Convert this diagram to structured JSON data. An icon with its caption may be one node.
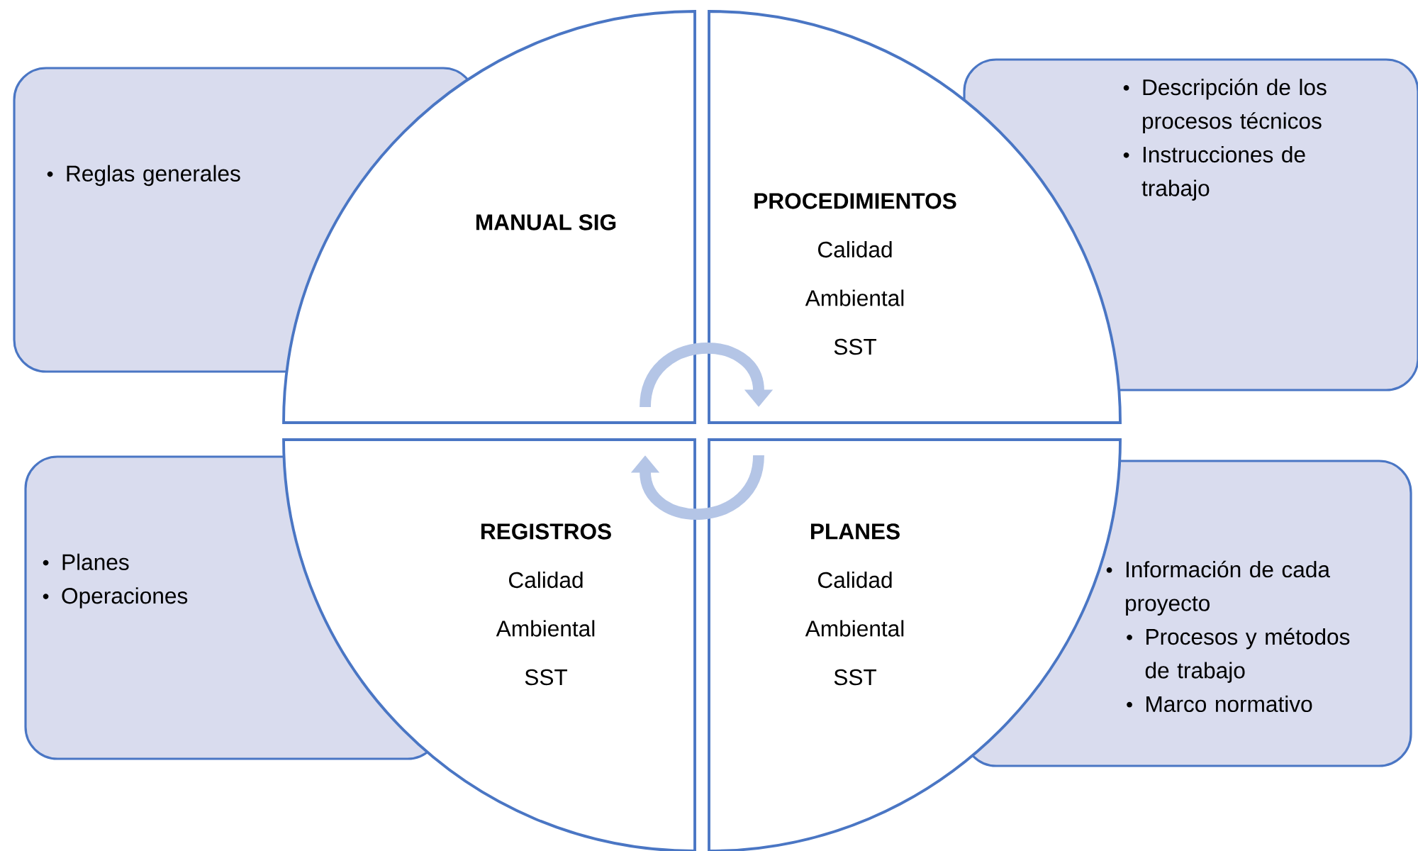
{
  "diagram": {
    "nodes": [
      {
        "text": [
          "Reglas generales"
        ]
      },
      {
        "text": [
          "MANUAL SIG"
        ]
      },
      {
        "text": [
          "PROCEDIMIENTOS",
          "Calidad",
          "Ambiental",
          "SST"
        ]
      },
      {
        "text": [
          "Descripción de los procesos técnicos",
          "Instrucciones de trabajo"
        ]
      },
      {
        "text": [
          "Planes",
          "Operaciones"
        ]
      },
      {
        "text": [
          "REGISTROS",
          "Calidad",
          "Ambiental",
          "SST"
        ]
      },
      {
        "text": [
          "PLANES",
          "Calidad",
          "Ambiental",
          "SST"
        ]
      },
      {
        "text": [
          "Información de cada proyecto",
          "Procesos y métodos de trabajo",
          "Marco normativo"
        ]
      }
    ],
    "edges": [
      {
        "from": 1,
        "to": 2,
        "arrow": "to"
      },
      {
        "from": 6,
        "to": 5,
        "arrow": "to"
      }
    ]
  }
}
